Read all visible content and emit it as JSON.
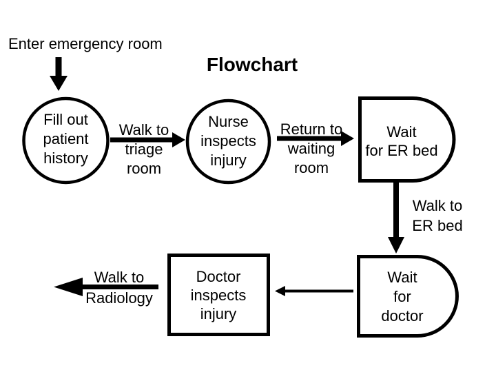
{
  "slide": {
    "title": "Flowchart",
    "background_color": "#ffffff",
    "ink_color": "#000000",
    "start": {
      "label": "Enter emergency room"
    },
    "nodes": {
      "fill_out_patient_history": {
        "shape": "circle",
        "lines": [
          "Fill out",
          "patient",
          "history"
        ]
      },
      "nurse_inspects_injury": {
        "shape": "circle",
        "lines": [
          "Nurse",
          "inspects",
          "injury"
        ]
      },
      "wait_for_er_bed": {
        "shape": "delay",
        "lines": [
          "Wait",
          "for ER bed"
        ]
      },
      "doctor_inspects_injury": {
        "shape": "rectangle",
        "lines": [
          "Doctor",
          "inspects",
          "injury"
        ]
      },
      "wait_for_doctor": {
        "shape": "delay",
        "lines": [
          "Wait",
          "for",
          "doctor"
        ]
      }
    },
    "edges": {
      "enter_to_fill_out": {
        "from": "start",
        "to": "fill_out_patient_history",
        "label_lines": []
      },
      "walk_to_triage_room": {
        "from": "fill_out_patient_history",
        "to": "nurse_inspects_injury",
        "label_lines": [
          "Walk to",
          "triage",
          "room"
        ]
      },
      "return_to_waiting": {
        "from": "nurse_inspects_injury",
        "to": "wait_for_er_bed",
        "label_lines": [
          "Return to",
          "waiting",
          "room"
        ]
      },
      "walk_to_er_bed": {
        "from": "wait_for_er_bed",
        "to": "wait_for_doctor",
        "label_lines": [
          "Walk to",
          "ER bed"
        ]
      },
      "wait_to_doctor": {
        "from": "wait_for_doctor",
        "to": "doctor_inspects_injury",
        "label_lines": []
      },
      "walk_to_radiology": {
        "from": "doctor_inspects_injury",
        "to": "radiology",
        "label_lines": [
          "Walk to",
          "Radiology"
        ]
      }
    }
  }
}
